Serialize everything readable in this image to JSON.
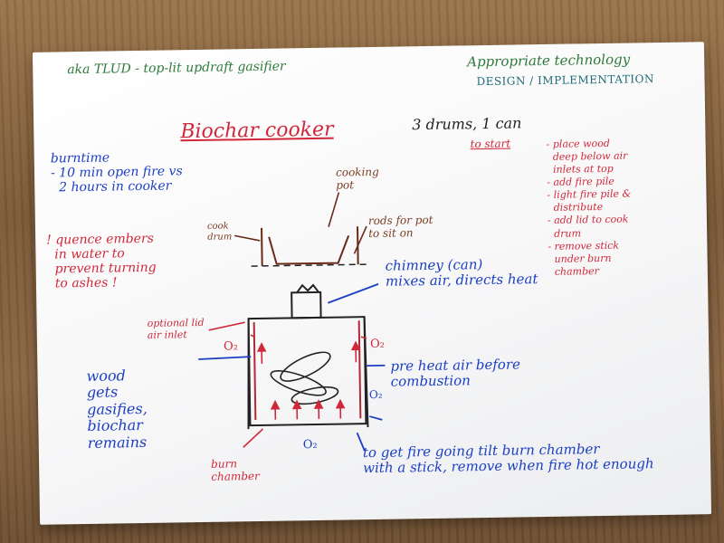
{
  "header": {
    "subtitle": "aka TLUD - top-lit updraft gasifier",
    "topic_line1": "Appropriate technology",
    "topic_line2": "DESIGN / IMPLEMENTATION",
    "title": "Biochar cooker",
    "materials": "3 drums, 1 can"
  },
  "left_notes": {
    "burn_time": "burntime\n- 10 min open fire vs\n  2 hours in cooker",
    "quench": "! quence embers\n  in water to\n  prevent turning\n  to ashes !",
    "wood": "wood\ngets\ngasifies,\nbiochar\nremains"
  },
  "steps": {
    "heading": "to start",
    "items": "- place wood\n  deep below air\n  inlets at top\n- add fire pile\n- light fire pile &\n  distribute\n- add lid to cook\n  drum\n- remove stick\n  under burn\n  chamber"
  },
  "diagram_labels": {
    "cooking_pot": "cooking\npot",
    "cook_drum": "cook\ndrum",
    "rods": "rods for pot\nto sit on",
    "chimney": "chimney (can)\nmixes air, directs heat",
    "optional_lid": "optional lid\nair inlet",
    "o2_left": "O₂",
    "o2_right": "O₂",
    "o2_side": "O₂",
    "o2_bottom": "O₂",
    "preheat": "pre heat air before\ncombustion",
    "burn_chamber": "burn\nchamber",
    "bottom_note": "to get fire going tilt burn chamber\nwith a stick, remove when fire hot enough"
  }
}
